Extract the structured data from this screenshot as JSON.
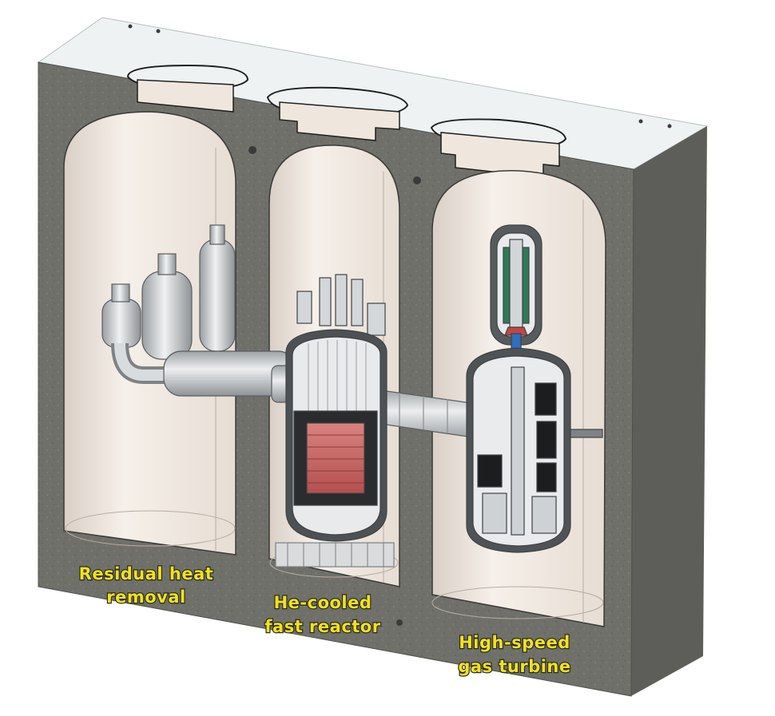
{
  "labels": {
    "residual_line1": "Residual heat",
    "residual_line2": "removal",
    "reactor_line1": "He-cooled",
    "reactor_line2": "fast reactor",
    "turbine_line1": "High-speed",
    "turbine_line2": "gas turbine"
  },
  "colors": {
    "concrete_face": "#6f706a",
    "concrete_side": "#5d5e59",
    "concrete_top": "#eef2f3",
    "cavity_wall": "#efe7de",
    "steel": "#c8ccce",
    "core_red": "#c9615f",
    "label_yellow": "#f2e21b"
  },
  "icons": [
    "residual-heat-system-drawing",
    "reactor-vessel-drawing",
    "gas-turbine-drawing"
  ]
}
